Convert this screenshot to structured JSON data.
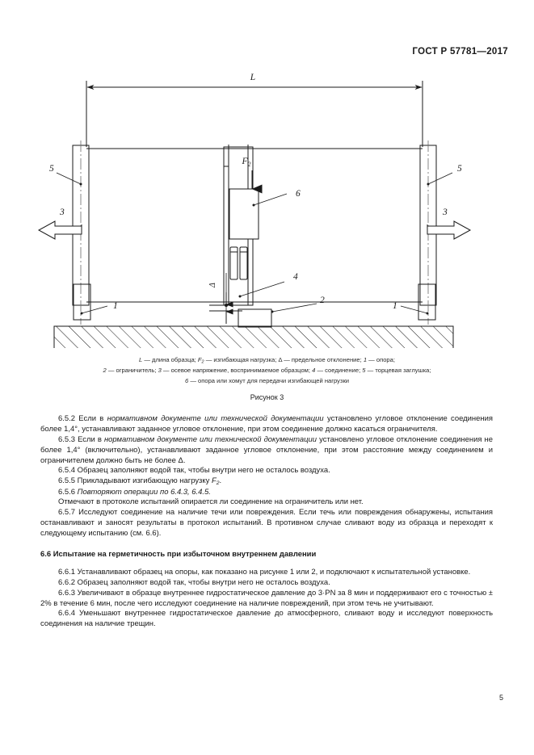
{
  "header": {
    "standard_id": "ГОСТ Р 57781—2017"
  },
  "figure": {
    "number_label": "Рисунок 3",
    "labels": {
      "length": "L",
      "bending_load": "F",
      "bending_load_sub": "2",
      "deviation": "Δ",
      "support_left": "1",
      "support_right": "1",
      "limiter": "2",
      "axial_stress_left": "3",
      "axial_stress_right": "3",
      "joint": "4",
      "end_cap_left": "5",
      "end_cap_right": "5",
      "load_clamp": "6"
    },
    "legend_lines": [
      {
        "parts": [
          {
            "t": "L",
            "i": true
          },
          {
            "t": " — длина образца; ",
            "i": false
          },
          {
            "t": "F",
            "i": true
          },
          {
            "t": "2",
            "i": true,
            "sub": true
          },
          {
            "t": " — изгибающая нагрузка; ",
            "i": false
          },
          {
            "t": "Δ",
            "i": false
          },
          {
            "t": " — предельное отклонение; ",
            "i": false
          },
          {
            "t": "1",
            "i": true
          },
          {
            "t": " — опора;",
            "i": false
          }
        ]
      },
      {
        "parts": [
          {
            "t": "2",
            "i": true
          },
          {
            "t": " — ограничитель; ",
            "i": false
          },
          {
            "t": "3",
            "i": true
          },
          {
            "t": " — осевое напряжение, воспринимаемое образцом; ",
            "i": false
          },
          {
            "t": "4",
            "i": true
          },
          {
            "t": " — соединение; ",
            "i": false
          },
          {
            "t": "5",
            "i": true
          },
          {
            "t": " — торцевая заглушка;",
            "i": false
          }
        ]
      },
      {
        "parts": [
          {
            "t": "6",
            "i": true
          },
          {
            "t": " — опора или хомут для передачи изгибающей нагрузки",
            "i": false
          }
        ]
      }
    ]
  },
  "body": {
    "clause_6_5_2": "6.5.2 Если в нормативном документе или технической документации установлено угловое отклонение соединения более 1,4°, устанавливают заданное угловое отклонение, при этом соединение должно касаться ограничителя.",
    "clause_6_5_3": "6.5.3 Если в нормативном документе или технической документации установлено угловое отклонение соединения не более 1,4° (включительно), устанавливают заданное угловое отклонение, при этом расстояние между соединением и ограничителем должно быть не более Δ.",
    "clause_6_5_4": "6.5.4 Образец заполняют водой так, чтобы внутри него не осталось воздуха.",
    "clause_6_5_5": "6.5.5 Прикладывают изгибающую нагрузку F2.",
    "clause_6_5_6": "6.5.6 Повторяют операции по 6.4.3, 6.4.5.",
    "clause_6_5_6_note": "Отмечают в протоколе испытаний опирается ли соединение на ограничитель или нет.",
    "clause_6_5_7": "6.5.7 Исследуют соединение на наличие течи или повреждения. Если течь или повреждения обнаружены, испытания останавливают и заносят результаты в протокол испытаний. В противном случае сливают воду из образца и переходят к следующему испытанию (см. 6.6).",
    "section_6_6_heading": "6.6 Испытание на герметичность при избыточном внутреннем давлении",
    "clause_6_6_1": "6.6.1 Устанавливают образец на опоры, как показано на рисунке 1 или 2, и подключают к испытательной установке.",
    "clause_6_6_2": "6.6.2 Образец заполняют водой так, чтобы внутри него не осталось воздуха.",
    "clause_6_6_3": "6.6.3 Увеличивают в образце внутреннее гидростатическое давление до 3·PN за 8 мин и поддерживают его с точностью ± 2% в течение 6 мин, после чего исследуют соединение на наличие повреждений, при этом течь не учитывают.",
    "clause_6_6_4": "6.6.4 Уменьшают внутреннее гидростатическое давление до атмосферного, сливают воду и исследуют поверхность соединения на наличие трещин."
  },
  "footer": {
    "page_number": "5"
  },
  "colors": {
    "line": "#1a1a1a",
    "text": "#1a1a1a",
    "center_line": "#6a6a6a"
  }
}
